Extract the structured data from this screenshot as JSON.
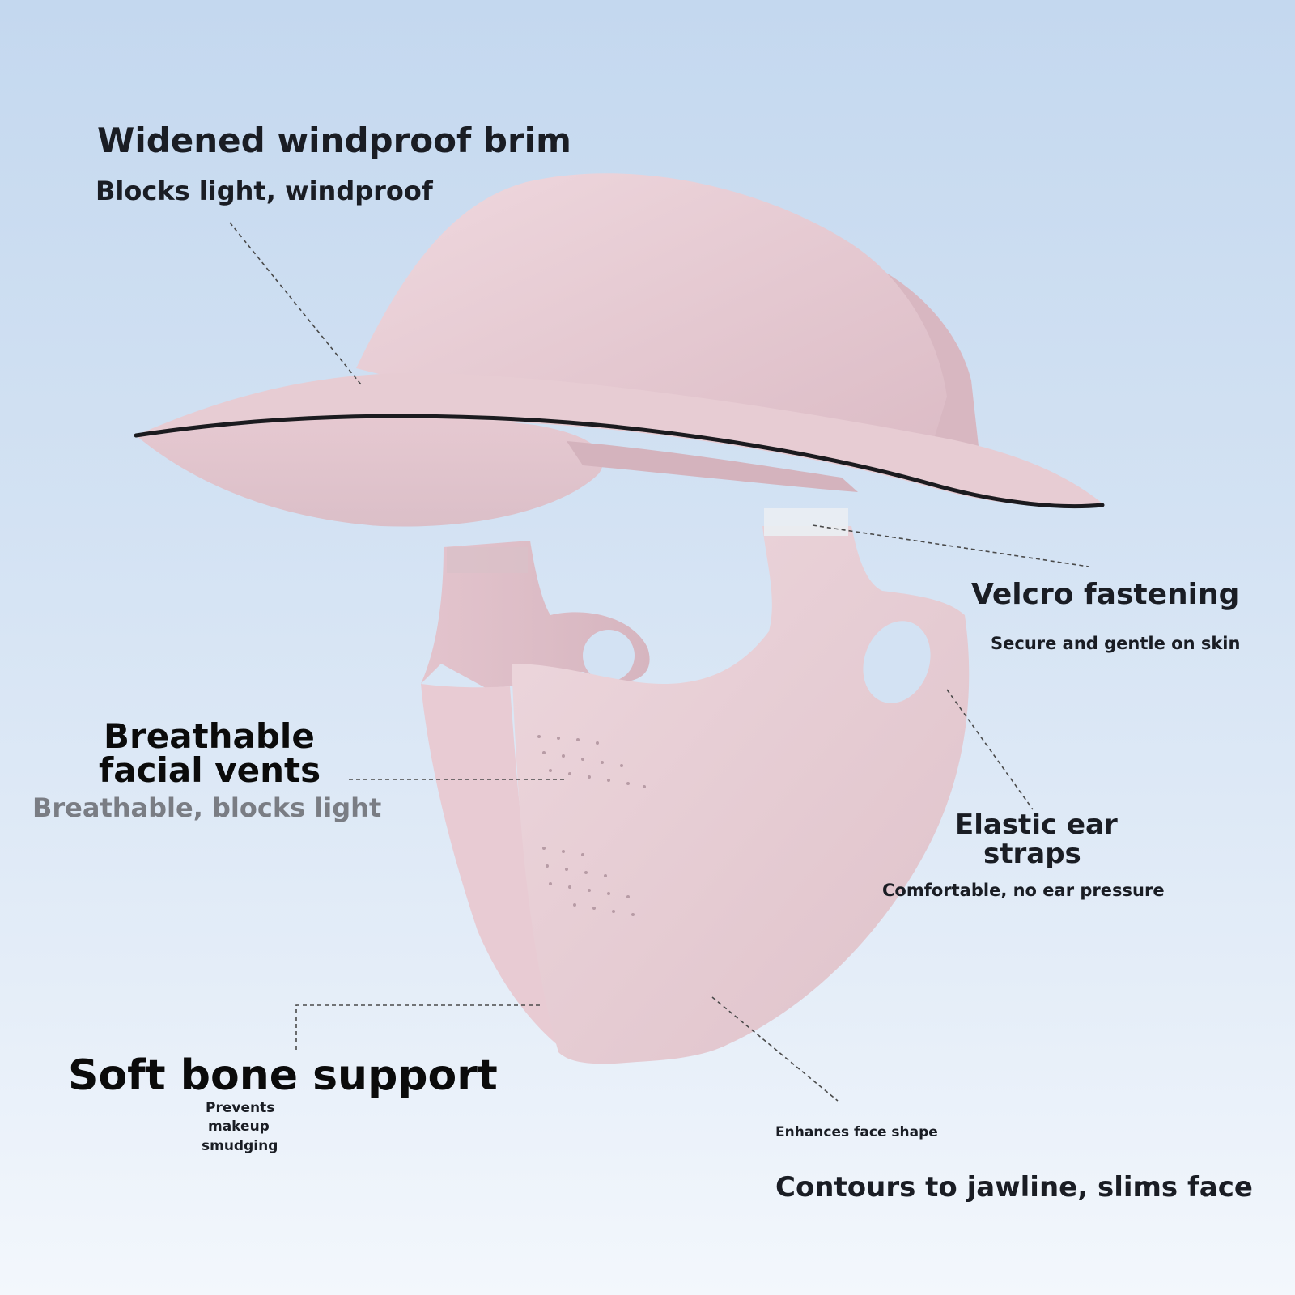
{
  "colors": {
    "background_top": "#c4d8ef",
    "background_bottom": "#f3f7fc",
    "fabric": "#e9cfd6",
    "fabric_shadow": "#d9b8c2",
    "brim_edge": "#1b1b1f",
    "heading_text": "#1a1d24",
    "muted_text": "#7a7d84",
    "leader_line": "#4a4a4a"
  },
  "product": {
    "visor": "visor-illustration",
    "mask": "face-mask-illustration"
  },
  "callouts": {
    "brim": {
      "title": "Widened windproof brim",
      "subtitle": "Blocks light, windproof"
    },
    "velcro": {
      "title": "Velcro fastening",
      "subtitle": "Secure and gentle on skin"
    },
    "vents": {
      "title_line1": "Breathable",
      "title_line2": "facial vents",
      "subtitle": "Breathable, blocks light"
    },
    "ear_straps": {
      "title_line1": "Elastic ear",
      "title_line2": "straps",
      "subtitle": "Comfortable, no ear pressure"
    },
    "soft_bone": {
      "title": "Soft bone support",
      "note_line1": "Prevents",
      "note_line2": "makeup",
      "note_line3": "smudging"
    },
    "contour": {
      "note": "Enhances face shape",
      "title": "Contours to jawline, slims face"
    }
  }
}
